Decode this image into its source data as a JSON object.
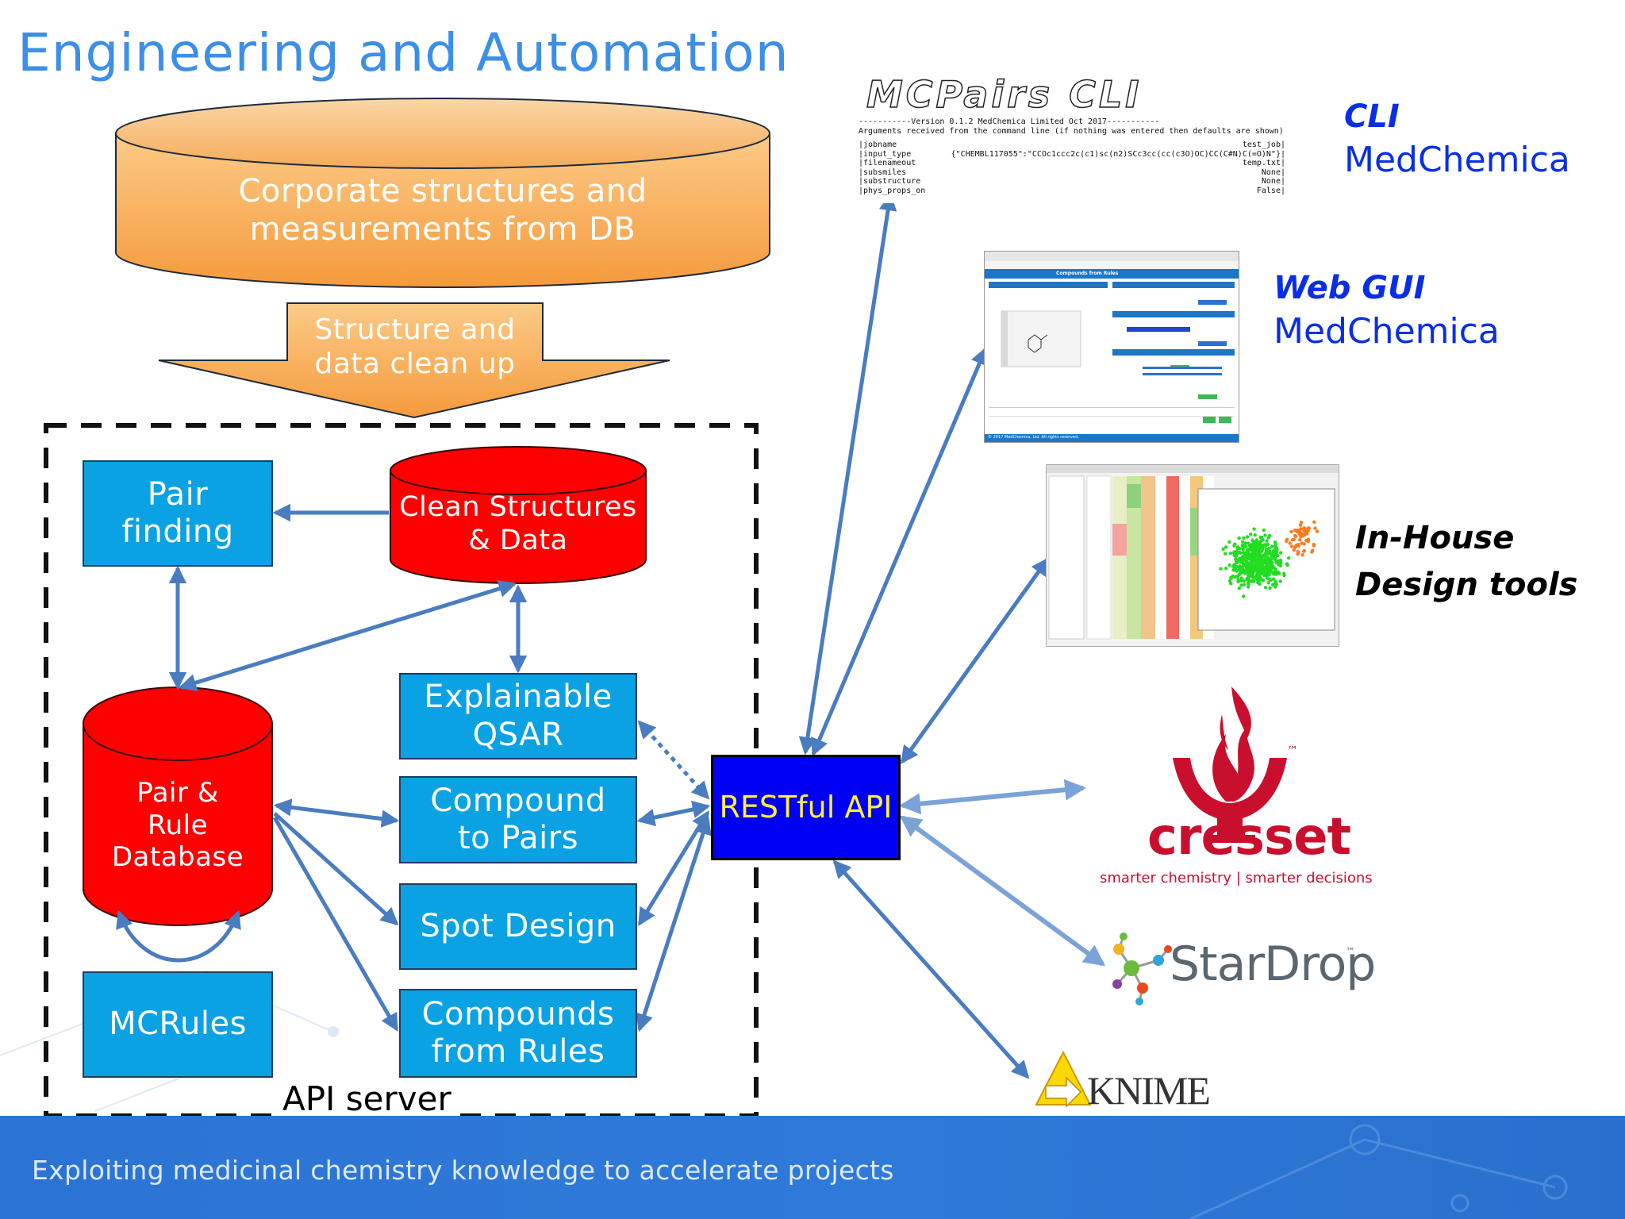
{
  "slide": {
    "title": "Engineering and Automation",
    "footer": "Exploiting medicinal chemistry knowledge to accelerate projects"
  },
  "diagram": {
    "corporate_db": "Corporate structures and measurements from DB",
    "cleanup_arrow": "Structure and data clean up",
    "pair_finding": "Pair finding",
    "clean_structures": "Clean Structures & Data",
    "pair_rule_db": "Pair & Rule Database",
    "explainable_qsar": "Explainable QSAR",
    "compound_to_pairs": "Compound to Pairs",
    "spot_design": "Spot Design",
    "compounds_from_rules": "Compounds from Rules",
    "mcrules": "MCRules",
    "api_server": "API server",
    "restful_api": "RESTful API"
  },
  "clients": {
    "cli": {
      "heading": "CLI",
      "vendor": "MedChemica",
      "terminal": {
        "banner": "MCPairs CLI",
        "version_line": "-----------Version 0.1.2 MedChemica Limited Oct 2017-----------",
        "args_line": "Arguments received from the command line (if nothing was entered then defaults are shown) :",
        "rows": [
          {
            "key": "|jobname",
            "value": "test_job|"
          },
          {
            "key": "|input_type",
            "value": "{\"CHEMBL117055\":\"CCOc1ccc2c(c1)sc(n2)SCc3cc(cc(c3O)OC)CC(C#N)C(=O)N\"}|"
          },
          {
            "key": "|filenameout",
            "value": "temp.txt|"
          },
          {
            "key": "|subsmiles",
            "value": "None|"
          },
          {
            "key": "|substructure",
            "value": "None|"
          },
          {
            "key": "|phys_props_on",
            "value": "False|"
          }
        ]
      }
    },
    "web": {
      "heading": "Web GUI",
      "vendor": "MedChemica",
      "window_title": "Compounds from Rules",
      "footer_note": "© 2017 MedChemica, Ltd. All rights reserved."
    },
    "inhouse": {
      "heading_line1": "In-House",
      "heading_line2": "Design tools"
    },
    "cresset": {
      "name": "cresset",
      "tagline": "smarter chemistry | smarter decisions",
      "tm": "™"
    },
    "stardrop": {
      "name": "StarDrop",
      "tm": "™"
    },
    "knime": {
      "name": "KNIME"
    }
  },
  "colors": {
    "title_blue": "#3d8fe6",
    "box_blue": "#0aa2e3",
    "cylinder_red": "#ff0000",
    "db_orange": "#f7a24a",
    "restful_blue": "#0000f5",
    "restful_text": "#ffee44",
    "arrow_blue": "#4a7cc0",
    "cresset_red": "#c8102e",
    "footer_band": "#2c74d4"
  }
}
